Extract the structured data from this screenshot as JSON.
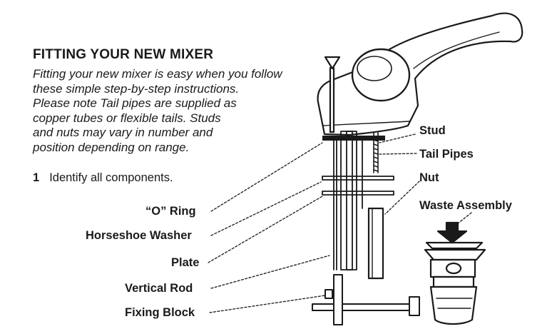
{
  "heading": "FITTING YOUR NEW MIXER",
  "intro_lines": [
    "Fitting your new mixer is easy when you follow",
    "these simple step-by-step instructions.",
    "Please note Tail pipes are supplied as",
    "copper tubes or flexible tails. Studs",
    "and nuts may vary in number and",
    "position depending on range."
  ],
  "step": {
    "number": "1",
    "text": "Identify all components."
  },
  "labels": {
    "stud": "Stud",
    "tail_pipes": "Tail Pipes",
    "nut": "Nut",
    "waste_assembly": "Waste Assembly",
    "o_ring": "“O” Ring",
    "horseshoe_washer": "Horseshoe Washer",
    "plate": "Plate",
    "vertical_rod": "Vertical Rod",
    "fixing_block": "Fixing Block"
  }
}
